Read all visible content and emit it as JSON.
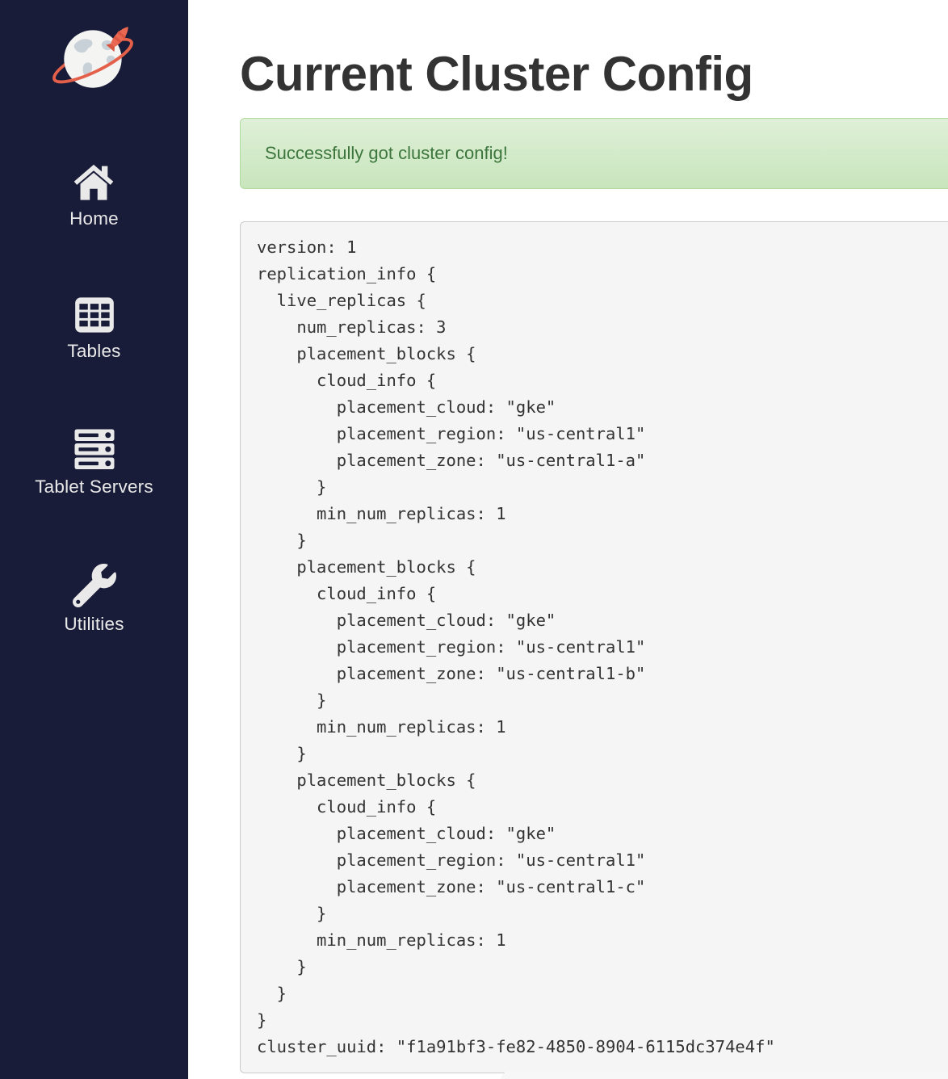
{
  "sidebar": {
    "logo_icon": "globe-rocket-logo",
    "items": [
      {
        "label": "Home",
        "icon": "home-icon"
      },
      {
        "label": "Tables",
        "icon": "table-icon"
      },
      {
        "label": "Tablet Servers",
        "icon": "server-stack-icon"
      },
      {
        "label": "Utilities",
        "icon": "wrench-icon"
      }
    ]
  },
  "header": {
    "title": "Current Cluster Config"
  },
  "alert": {
    "type": "success",
    "message": "Successfully got cluster config!"
  },
  "config": {
    "text": "version: 1\nreplication_info {\n  live_replicas {\n    num_replicas: 3\n    placement_blocks {\n      cloud_info {\n        placement_cloud: \"gke\"\n        placement_region: \"us-central1\"\n        placement_zone: \"us-central1-a\"\n      }\n      min_num_replicas: 1\n    }\n    placement_blocks {\n      cloud_info {\n        placement_cloud: \"gke\"\n        placement_region: \"us-central1\"\n        placement_zone: \"us-central1-b\"\n      }\n      min_num_replicas: 1\n    }\n    placement_blocks {\n      cloud_info {\n        placement_cloud: \"gke\"\n        placement_region: \"us-central1\"\n        placement_zone: \"us-central1-c\"\n      }\n      min_num_replicas: 1\n    }\n  }\n}\ncluster_uuid: \"f1a91bf3-fe82-4850-8904-6115dc374e4f\""
  },
  "colors": {
    "sidebar_bg": "#181C38",
    "sidebar_text": "#E9E9E9",
    "title_text": "#333333",
    "alert_text": "#3c763d",
    "alert_bg_top": "#dff0d8",
    "alert_bg_bottom": "#c8e5bc",
    "alert_border": "#b2dba1",
    "code_bg": "#f5f5f5",
    "code_border": "#cccccc",
    "logo_accent": "#E4604A"
  }
}
